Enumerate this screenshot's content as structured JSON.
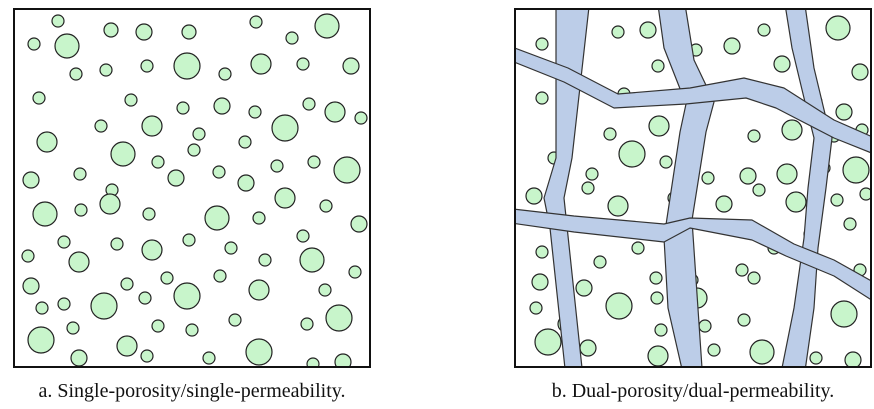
{
  "panels": [
    {
      "id": "a",
      "caption": "a. Single-porosity/single-permeability.",
      "fractures": false
    },
    {
      "id": "b",
      "caption": "b. Dual-porosity/dual-permeability.",
      "fractures": true
    }
  ],
  "colors": {
    "pore_fill": "#c8f5cb",
    "pore_stroke": "#222222",
    "fracture_fill": "#bccde8",
    "fracture_stroke": "#333333",
    "frame": "#111111"
  }
}
